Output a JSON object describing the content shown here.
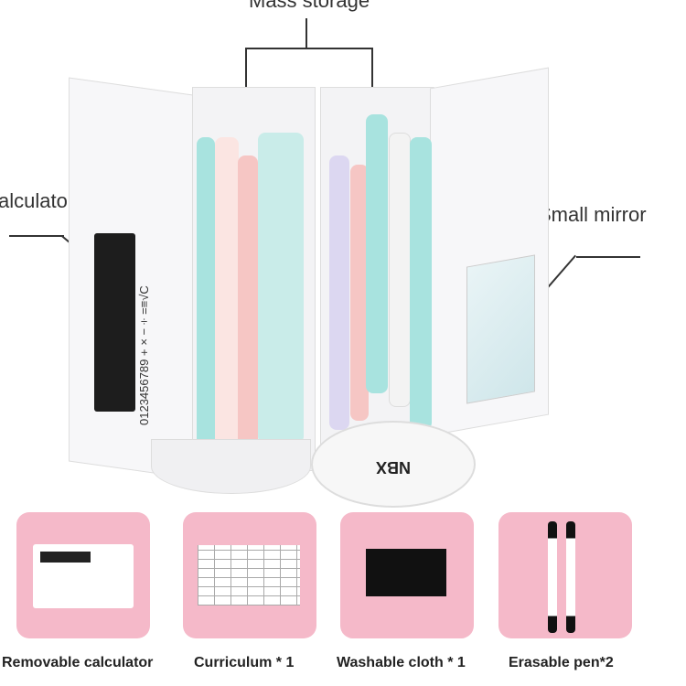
{
  "callouts": {
    "storage": "Mass storage",
    "calculator": "alculator",
    "mirror": "Small mirror"
  },
  "brand": "NBX",
  "calculator_keys": "0123456789 +×−÷=≡√C",
  "accessories": [
    {
      "label": "Removable calculator"
    },
    {
      "label": "Curriculum * 1"
    },
    {
      "label": "Washable cloth * 1"
    },
    {
      "label": "Erasable pen*2"
    }
  ],
  "colors": {
    "tile": "#f5b9c9",
    "case": "#f3f3f5",
    "mint": "#a8e3df",
    "pink": "#f6c6c4"
  }
}
